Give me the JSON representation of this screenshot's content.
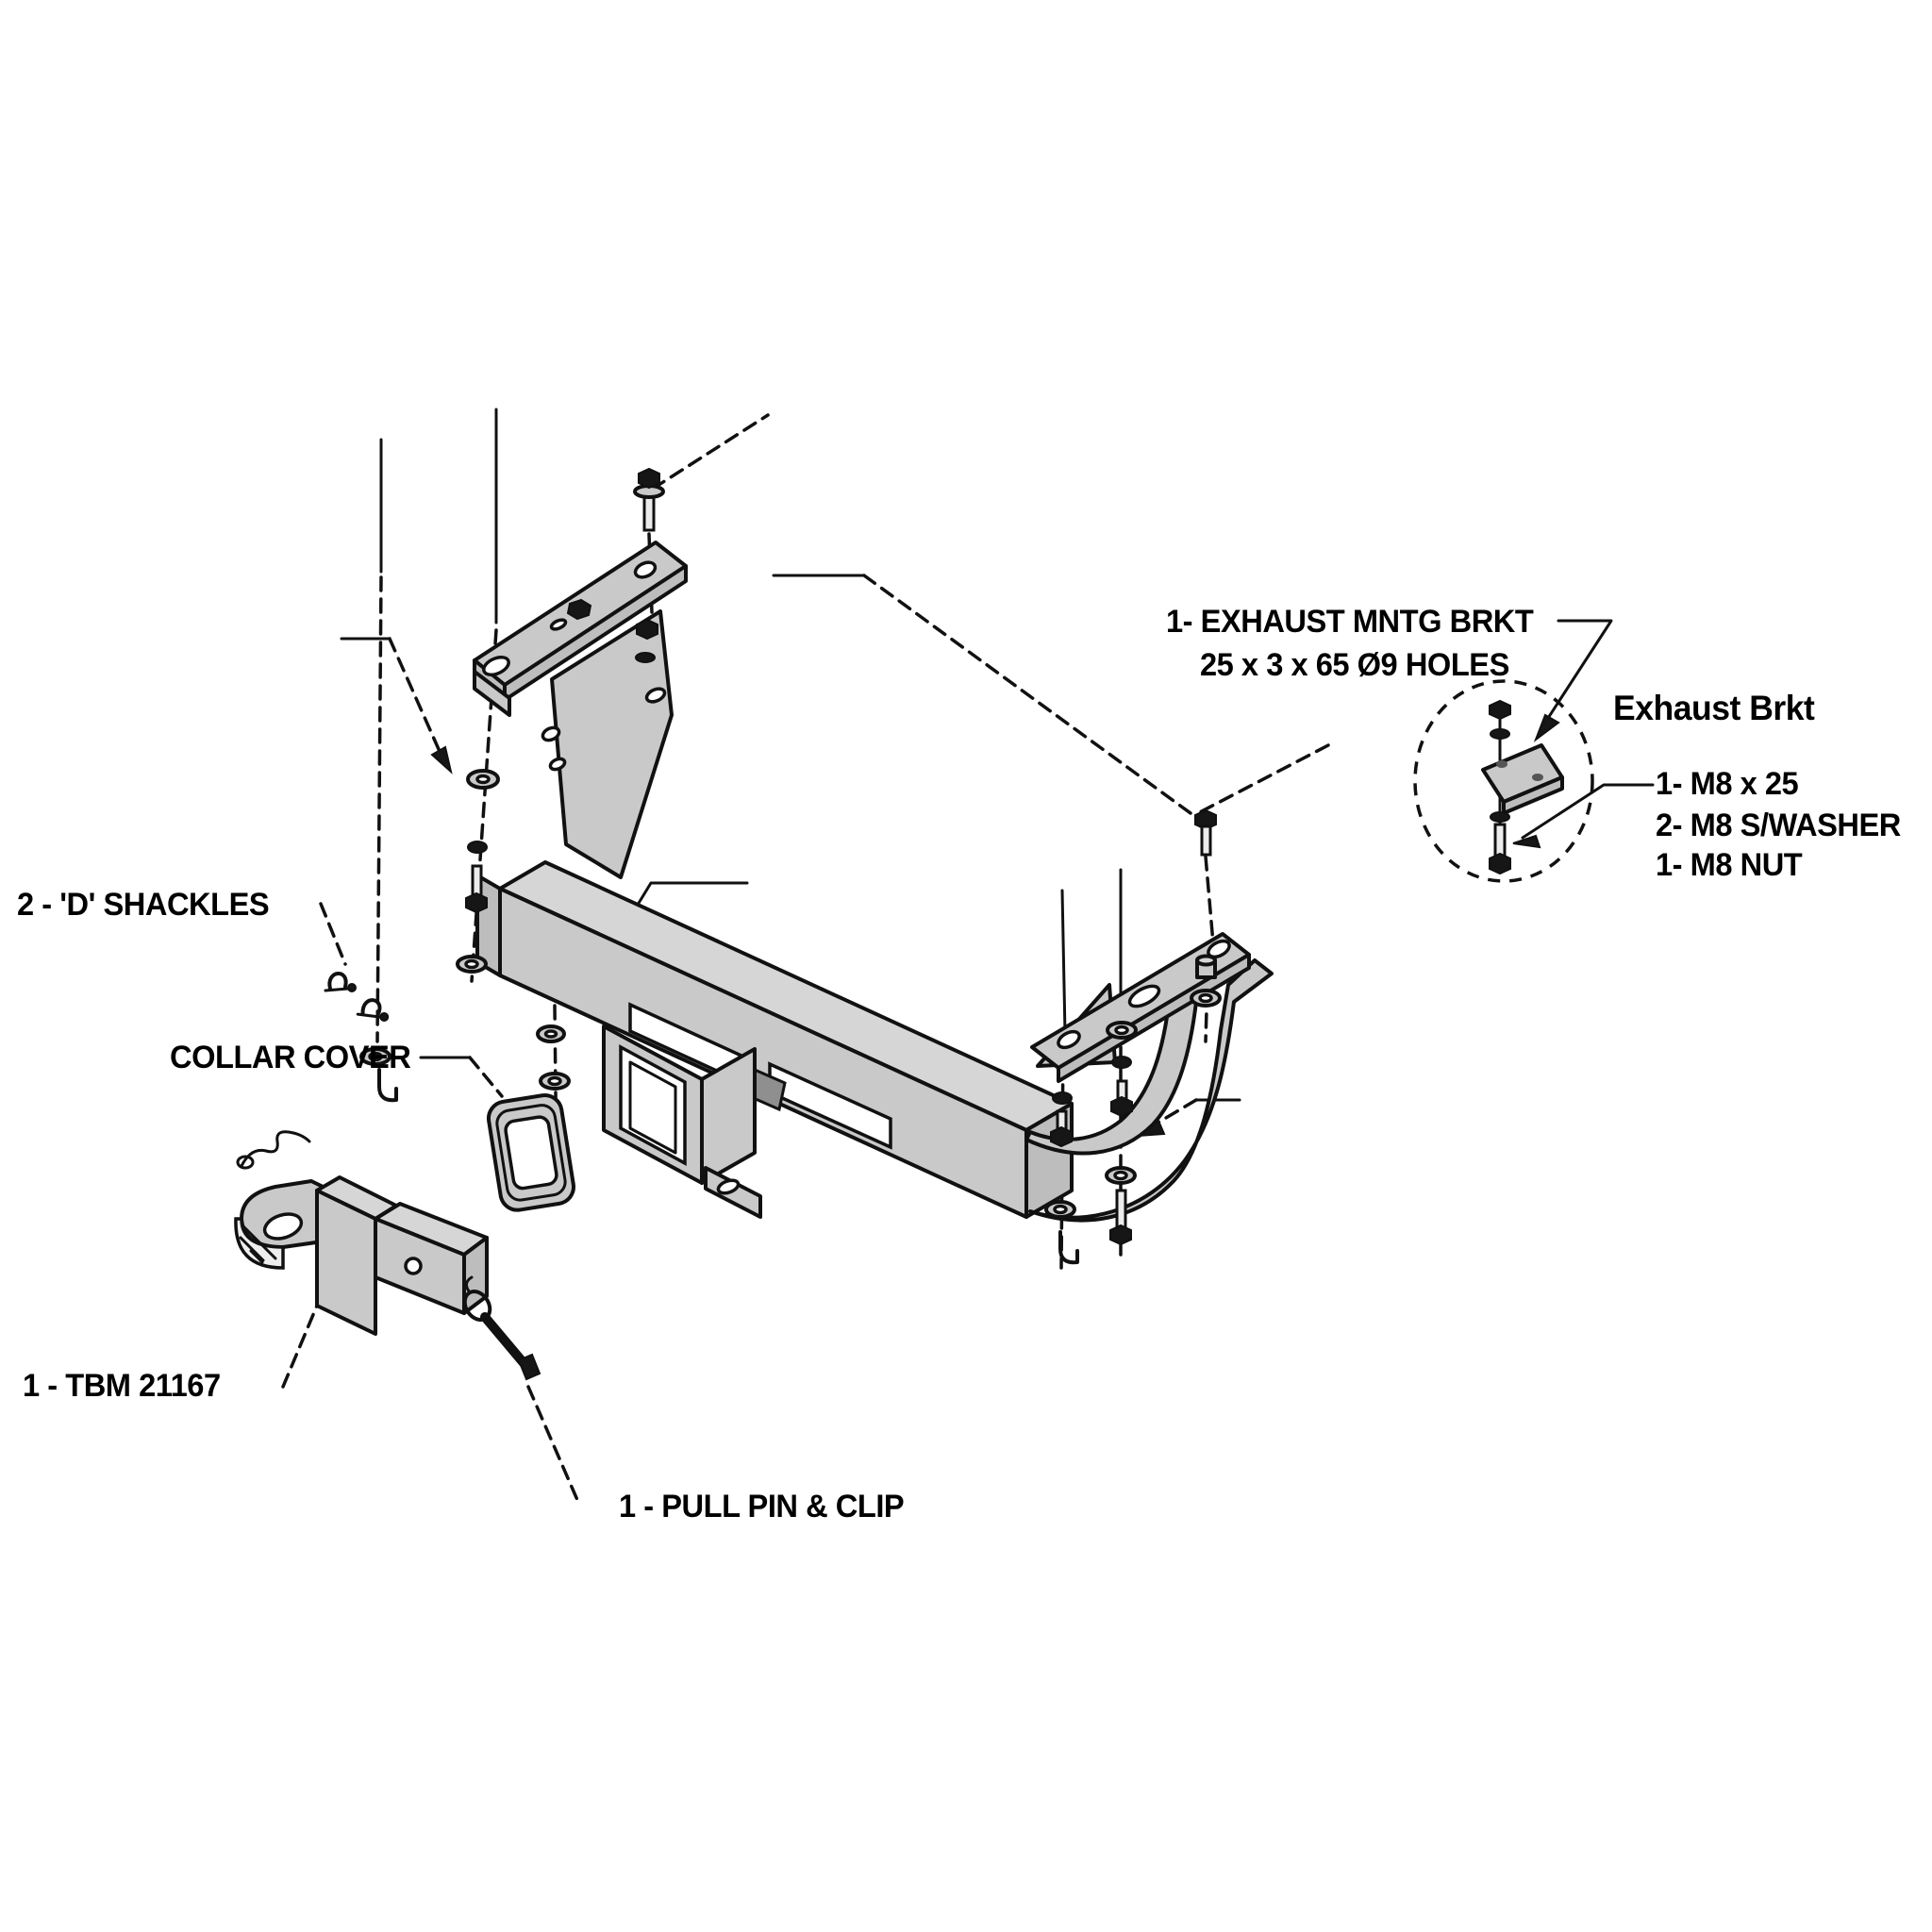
{
  "diagram": {
    "type": "exploded-parts-diagram",
    "subject": "towbar / trailer hitch installation drawing",
    "background_color": "#ffffff",
    "line_color": "#111111",
    "part_fill_color": "#c9c9c9",
    "labels": {
      "d_shackles": "2 - 'D' SHACKLES",
      "collar_cover": "COLLAR COVER",
      "tbm": "1 - TBM 21167",
      "pull_pin": "1 - PULL PIN & CLIP",
      "exhaust_line1": "1- EXHAUST MNTG BRKT",
      "exhaust_line2": "25 x 3 x 65 Ø9 HOLES",
      "exhaust_detail_title": "Exhaust Brkt",
      "m8_bolt": "1- M8 x 25",
      "m8_washer": "2- M8 S/WASHER",
      "m8_nut": "1- M8 NUT"
    }
  }
}
